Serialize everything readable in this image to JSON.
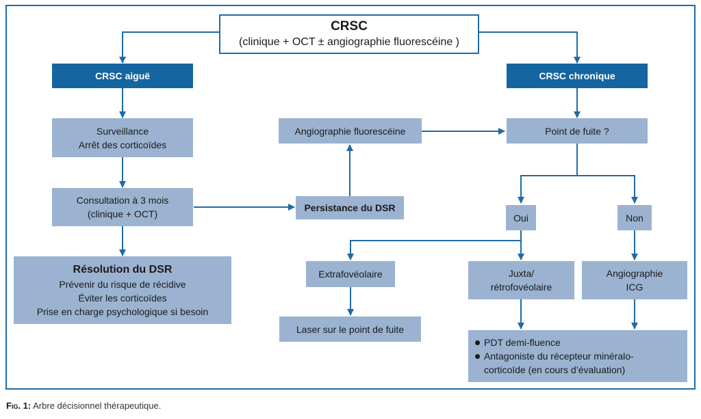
{
  "top": {
    "title": "CRSC",
    "subtitle": "(clinique + OCT ± angiographie fluorescéine )"
  },
  "left_header": "CRSC aiguë",
  "right_header": "CRSC chronique",
  "surveillance": [
    "Surveillance",
    "Arrêt des corticoïdes"
  ],
  "consultation": [
    "Consultation à 3 mois",
    "(clinique + OCT)"
  ],
  "resolution": {
    "title": "Résolution du DSR",
    "lines": [
      "Prévenir du risque de récidive",
      "Éviter les corticoïdes",
      "Prise en charge psychologique si besoin"
    ]
  },
  "angiographie_fluo": "Angiographie fluorescéine",
  "persistance": "Persistance du DSR",
  "point_de_fuite": "Point de fuite ?",
  "oui": "Oui",
  "non": "Non",
  "extrafoveolaire": "Extrafovéolaire",
  "juxta": [
    "Juxta/",
    "rétrofovéolaire"
  ],
  "angiographie_icg": [
    "Angiographie",
    "ICG"
  ],
  "laser": "Laser sur le point de fuite",
  "treatments": [
    {
      "lines": [
        "PDT demi-fluence"
      ]
    },
    {
      "lines": [
        "Antagoniste du récepteur minéralo-",
        "corticoïde (en cours d’évaluation)"
      ]
    }
  ],
  "caption": {
    "label": "Fig. 1:",
    "text": " Arbre décisionnel thérapeutique."
  },
  "colors": {
    "dark_blue": "#1565a0",
    "light_blue": "#9bb3d1",
    "line": "#1f6aa5"
  }
}
